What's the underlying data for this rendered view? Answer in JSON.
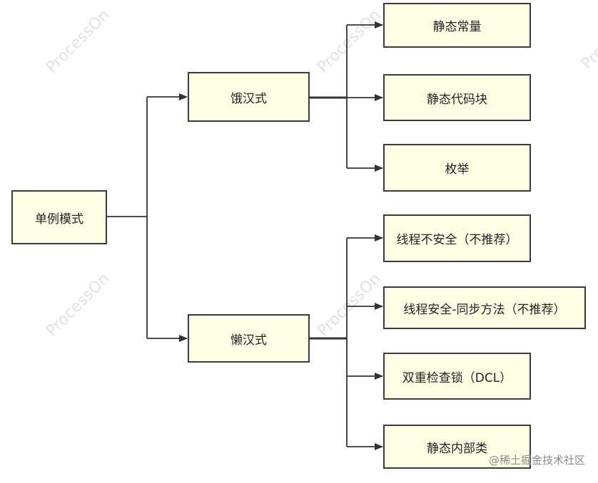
{
  "diagram": {
    "root": {
      "label": "单例模式"
    },
    "branches": [
      {
        "label": "饿汉式"
      },
      {
        "label": "懒汉式"
      }
    ],
    "eager_leaves": [
      {
        "label": "静态常量"
      },
      {
        "label": "静态代码块"
      },
      {
        "label": "枚举"
      }
    ],
    "lazy_leaves": [
      {
        "label": "线程不安全（不推荐）"
      },
      {
        "label": "线程安全-同步方法（不推荐）"
      },
      {
        "label": "双重检查锁（DCL）"
      },
      {
        "label": "静态内部类"
      }
    ]
  },
  "watermarks": {
    "processon": "ProcessOn"
  },
  "footer": {
    "source": "@稀土掘金技术社区"
  },
  "colors": {
    "node_fill": "#FFFFE6",
    "node_border": "#3a3a3a",
    "connector": "#333333"
  }
}
